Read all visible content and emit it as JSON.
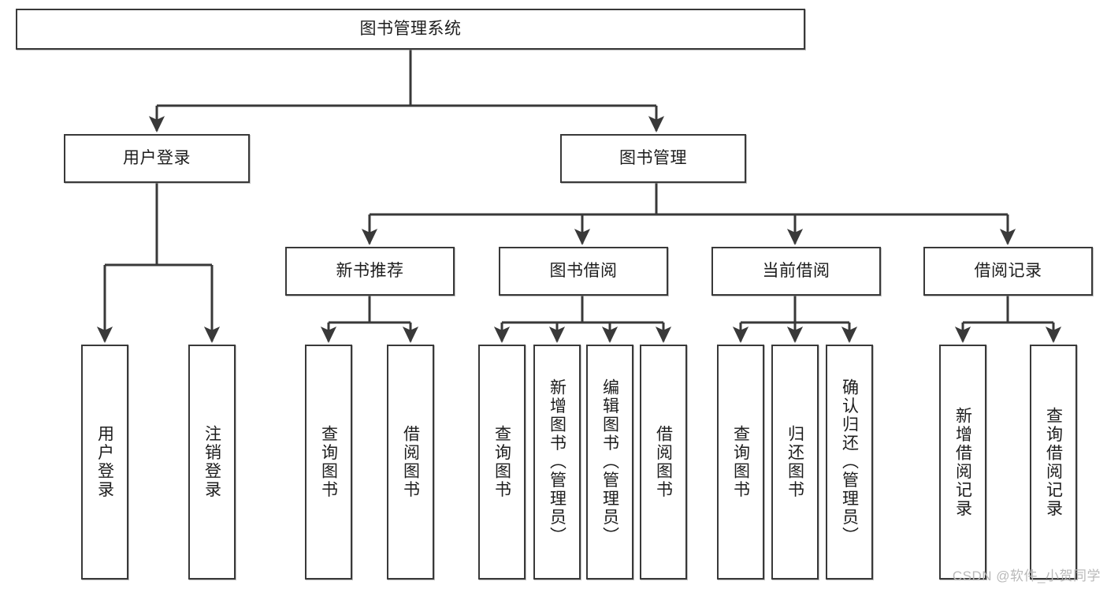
{
  "diagram": {
    "title": "图书管理系统",
    "type": "tree-hierarchy-chart",
    "colors": {
      "box_border": "#393939",
      "box_fill": "#ffffff",
      "edge": "#393939",
      "text": "#1d1d1d",
      "watermark": "#b9b9b9"
    },
    "watermark": "CSDN @软件_小贺同学"
  },
  "nodes": {
    "root": {
      "label": "图书管理系统"
    },
    "level2": [
      {
        "id": "user-login",
        "label": "用户登录"
      },
      {
        "id": "book-manage",
        "label": "图书管理"
      }
    ],
    "level3": [
      {
        "id": "new-book-recommend",
        "label": "新书推荐"
      },
      {
        "id": "book-borrow",
        "label": "图书借阅"
      },
      {
        "id": "current-borrow",
        "label": "当前借阅"
      },
      {
        "id": "borrow-record",
        "label": "借阅记录"
      }
    ],
    "leaves": [
      {
        "id": "leaf-user-login",
        "label": "用户登录",
        "parent": "user-login"
      },
      {
        "id": "leaf-user-logout",
        "label": "注销登录",
        "parent": "user-login"
      },
      {
        "id": "leaf-query-book-1",
        "label": "查询图书",
        "parent": "new-book-recommend"
      },
      {
        "id": "leaf-borrow-book-1",
        "label": "借阅图书",
        "parent": "new-book-recommend"
      },
      {
        "id": "leaf-query-book-2",
        "label": "查询图书",
        "parent": "book-borrow"
      },
      {
        "id": "leaf-add-book",
        "label": "新增图书（管理员）",
        "parent": "book-borrow"
      },
      {
        "id": "leaf-edit-book",
        "label": "编辑图书（管理员）",
        "parent": "book-borrow"
      },
      {
        "id": "leaf-borrow-book-2",
        "label": "借阅图书",
        "parent": "book-borrow"
      },
      {
        "id": "leaf-query-book-3",
        "label": "查询图书",
        "parent": "current-borrow"
      },
      {
        "id": "leaf-return-book",
        "label": "归还图书",
        "parent": "current-borrow"
      },
      {
        "id": "leaf-confirm-return",
        "label": "确认归还（管理员）",
        "parent": "current-borrow"
      },
      {
        "id": "leaf-add-record",
        "label": "新增借阅记录",
        "parent": "borrow-record"
      },
      {
        "id": "leaf-query-record",
        "label": "查询借阅记录",
        "parent": "borrow-record"
      }
    ]
  }
}
